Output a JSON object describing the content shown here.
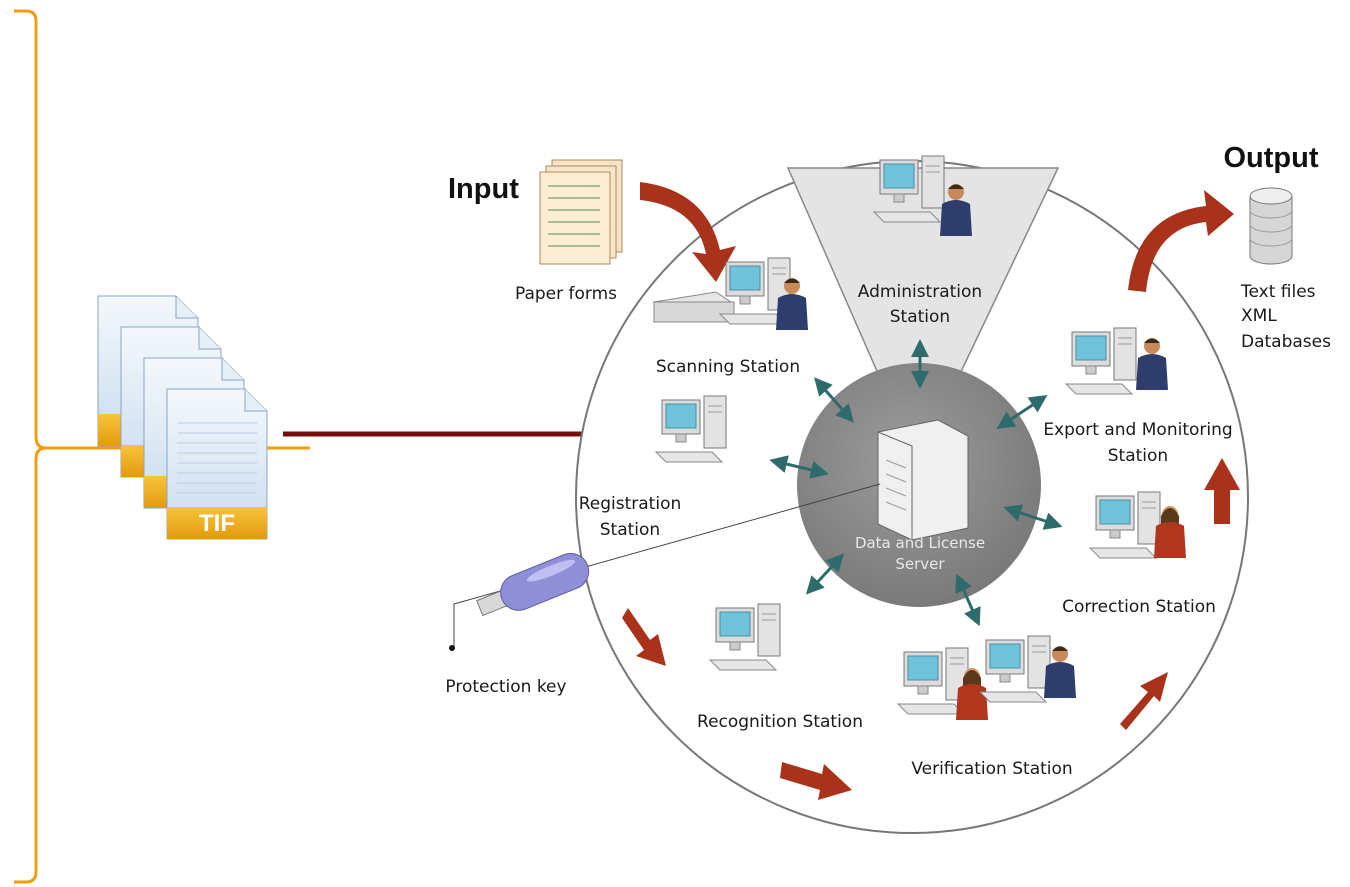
{
  "files": {
    "badge": "TIF"
  },
  "input": {
    "title": "Input",
    "paper_label": "Paper forms"
  },
  "output": {
    "title": "Output",
    "lines": [
      "Text files",
      "XML",
      "Databases"
    ]
  },
  "server": {
    "line1": "Data and License",
    "line2": "Server"
  },
  "stations": {
    "administration": [
      "Administration",
      "Station"
    ],
    "scanning": "Scanning Station",
    "registration": [
      "Registration",
      "Station"
    ],
    "export": [
      "Export and Monitoring",
      "Station"
    ],
    "correction": "Correction Station",
    "verification": "Verification Station",
    "recognition": "Recognition Station"
  },
  "protection_key": "Protection key",
  "colors": {
    "bracket": "#F39C12",
    "connector": "#7B0C0C",
    "flow_arrow": "#A8321A",
    "server": "#8C8C8C",
    "link_arrow": "#2E6B6B"
  }
}
